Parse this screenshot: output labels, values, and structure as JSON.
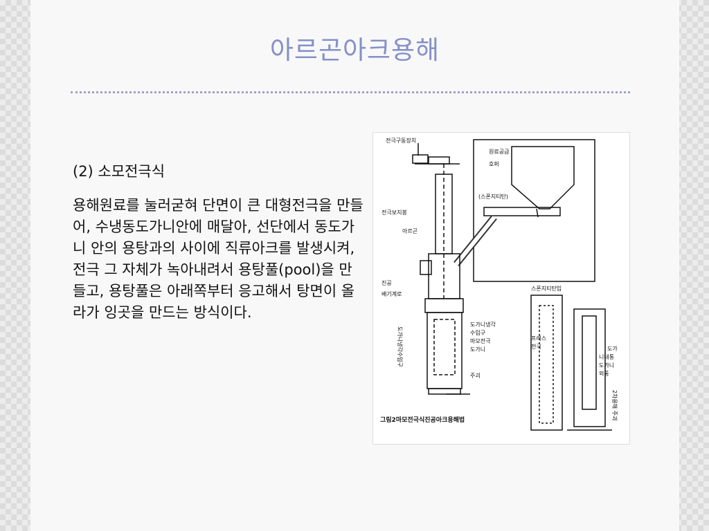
{
  "slide": {
    "title": "아르곤아크용해",
    "subheading": "(2) 소모전극식",
    "body": "용해원료를 눌러굳혀 단면이 큰 대형전극을 만들어, 수냉동도가니안에 매달아, 선단에서 동도가니 안의 용탕과의 사이에 직류아크를 발생시켜, 전극 그 자체가 녹아내려서 용탕풀(pool)을 만들고, 용탕풀은 아래쪽부터 응고해서 탕면이 올라가 잉곳을 만드는 방식이다."
  },
  "figure": {
    "labels": {
      "drive": "전극구동장치",
      "feed": "원료공급",
      "hopper": "호퍼",
      "sponge": "(스폰지티탄)",
      "holder": "전극보지봉",
      "argon": "아르곤",
      "vacuum": "진공",
      "exhaust": "배기계로",
      "cooling_water": "도가니냉각수입구",
      "cooling_in": "도가니냉각",
      "inlet": "수입구",
      "consumable": "마모전극",
      "crucible": "도가니",
      "ingot": "주괴",
      "sponge_feed": "스폰지티탄입",
      "press": "프레스",
      "electrode": "전극",
      "crucible_top": "도가",
      "inner": "니내통",
      "crucible2": "도가니",
      "outer": "외통",
      "second_melt": "2차용해 주괴",
      "caption": "그림2마모전극식진공아크용해법"
    }
  }
}
